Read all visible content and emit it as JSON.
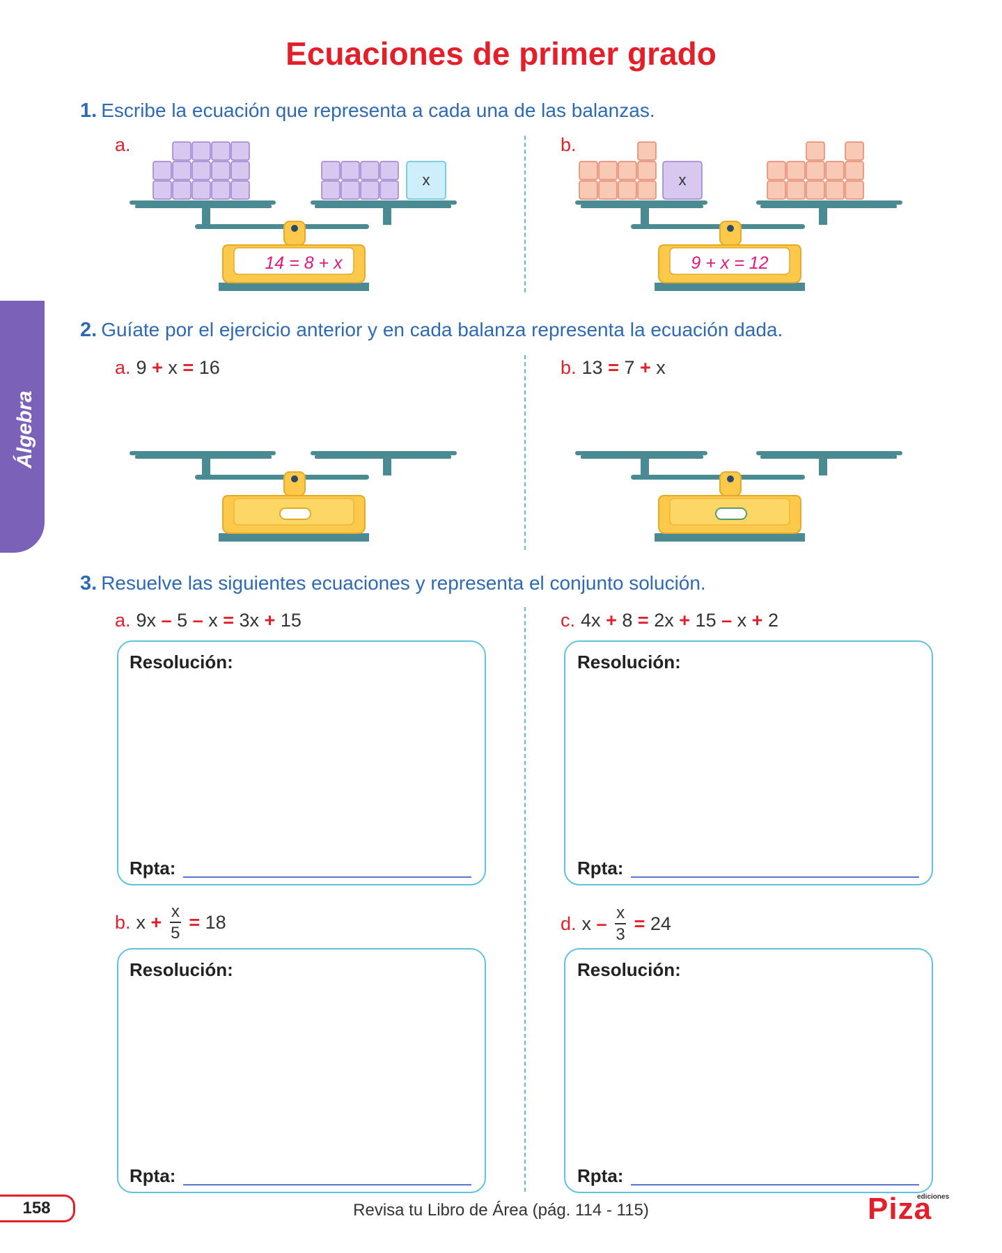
{
  "title": "Ecuaciones de primer grado",
  "side_tab": "Álgebra",
  "q1": {
    "num": "1.",
    "text": "Escribe la ecuación que representa a cada una de las balanzas.",
    "a": {
      "label": "a.",
      "block_x": "x",
      "answer": "14 = 8 + x"
    },
    "b": {
      "label": "b.",
      "block_x": "x",
      "answer": "9 + x = 12"
    }
  },
  "q2": {
    "num": "2.",
    "text": "Guíate por el ejercicio anterior y en cada balanza representa la ecuación dada.",
    "a": {
      "label": "a.",
      "t1": "9",
      "op1": "+",
      "t2": "x",
      "op2": "=",
      "t3": "16"
    },
    "b": {
      "label": "b.",
      "t1": "13",
      "op1": "=",
      "t2": "7",
      "op2": "+",
      "t3": "x"
    }
  },
  "q3": {
    "num": "3.",
    "text": "Resuelve las siguientes ecuaciones y representa el conjunto solución.",
    "resolucion": "Resolución:",
    "rpta": "Rpta:",
    "a": {
      "label": "a.",
      "t1": "9x",
      "op1": "–",
      "t2": "5",
      "op2": "–",
      "t3": "x",
      "op3": "=",
      "t4": "3x",
      "op4": "+",
      "t5": "15"
    },
    "b": {
      "label": "b.",
      "t1": "x",
      "op1": "+",
      "num": "x",
      "den": "5",
      "op2": "=",
      "t2": "18"
    },
    "c": {
      "label": "c.",
      "t1": "4x",
      "op1": "+",
      "t2": "8",
      "op2": "=",
      "t3": "2x",
      "op3": "+",
      "t4": "15",
      "op4": "–",
      "t5": "x",
      "op5": "+",
      "t6": "2"
    },
    "d": {
      "label": "d.",
      "t1": "x",
      "op1": "–",
      "num": "x",
      "den": "3",
      "op2": "=",
      "t2": "24"
    }
  },
  "footer": {
    "page": "158",
    "text": "Revisa tu Libro de Área (pág. 114 - 115)",
    "brand_small": "ediciones",
    "brand": "Piza"
  },
  "colors": {
    "title": "#e3202a",
    "question": "#2e6ab3",
    "purple_block": "#d6c8ee",
    "peach_block": "#f8c9b5",
    "x_block_blue": "#cdeefa",
    "scale_teal": "#4a8a93",
    "scale_yellow": "#fcc94b",
    "answer_pink": "#e0197d",
    "side_tab": "#7b62b8"
  }
}
